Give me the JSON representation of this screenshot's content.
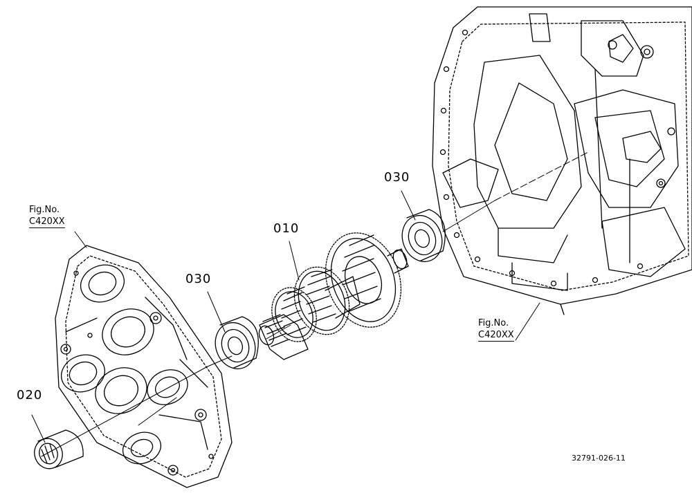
{
  "labels": {
    "part_010": "010",
    "part_020": "020",
    "part_030_left": "030",
    "part_030_right": "030",
    "fig_left_line1": "Fig.No.",
    "fig_left_line2": "C420XX",
    "fig_right_line1": "Fig.No.",
    "fig_right_line2": "C420XX",
    "drawing_code": "32791-026-11"
  }
}
